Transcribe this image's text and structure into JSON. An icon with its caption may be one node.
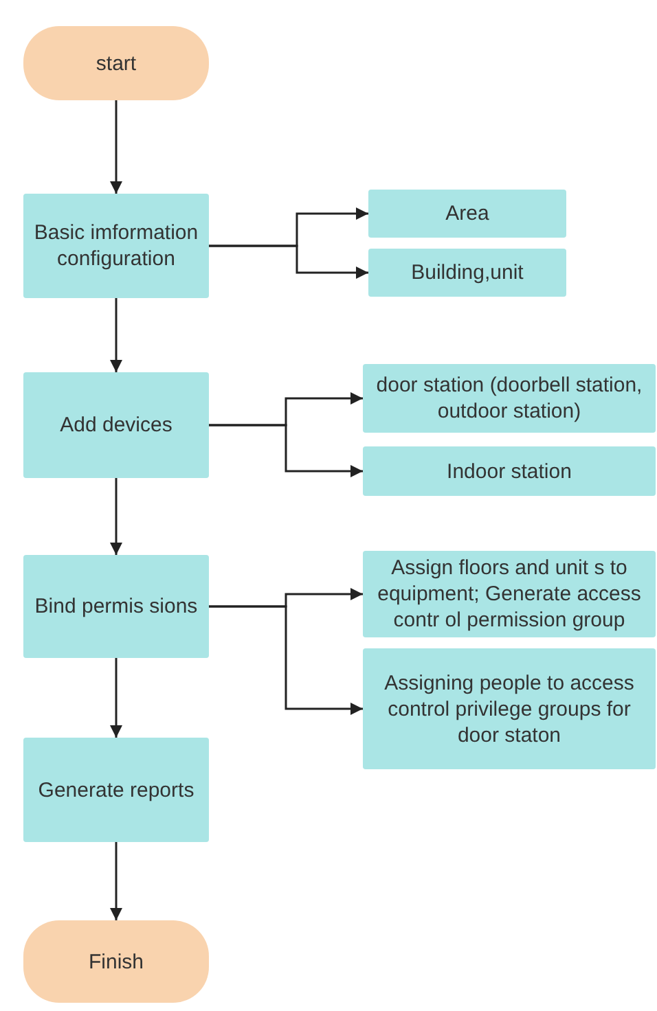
{
  "diagram": {
    "nodes": [
      {
        "text": [
          "start"
        ]
      },
      {
        "text": [
          "Basic imformation configuration"
        ]
      },
      {
        "text": [
          "Area"
        ]
      },
      {
        "text": [
          "Building,unit"
        ]
      },
      {
        "text": [
          "Add devices"
        ]
      },
      {
        "text": [
          "door station (doorbell station, outdoor station)"
        ]
      },
      {
        "text": [
          "Indoor station"
        ]
      },
      {
        "text": [
          "Bind permis sions"
        ]
      },
      {
        "text": [
          "Assign floors and unit s to equipment; Generate access contr ol permission group"
        ]
      },
      {
        "text": [
          "Assigning people to access control privilege groups for door staton"
        ]
      },
      {
        "text": [
          "Generate reports"
        ]
      },
      {
        "text": [
          "Finish"
        ]
      }
    ],
    "edges": [
      {
        "from": 0,
        "to": 1,
        "arrow": "to"
      },
      {
        "from": 1,
        "to": 2,
        "arrow": "to"
      },
      {
        "from": 1,
        "to": 3,
        "arrow": "to"
      },
      {
        "from": 1,
        "to": 4,
        "arrow": "to"
      },
      {
        "from": 4,
        "to": 5,
        "arrow": "to"
      },
      {
        "from": 4,
        "to": 6,
        "arrow": "to"
      },
      {
        "from": 4,
        "to": 7,
        "arrow": "to"
      },
      {
        "from": 7,
        "to": 8,
        "arrow": "to"
      },
      {
        "from": 7,
        "to": 9,
        "arrow": "to"
      },
      {
        "from": 7,
        "to": 10,
        "arrow": "to"
      },
      {
        "from": 10,
        "to": 11,
        "arrow": "to"
      }
    ]
  }
}
